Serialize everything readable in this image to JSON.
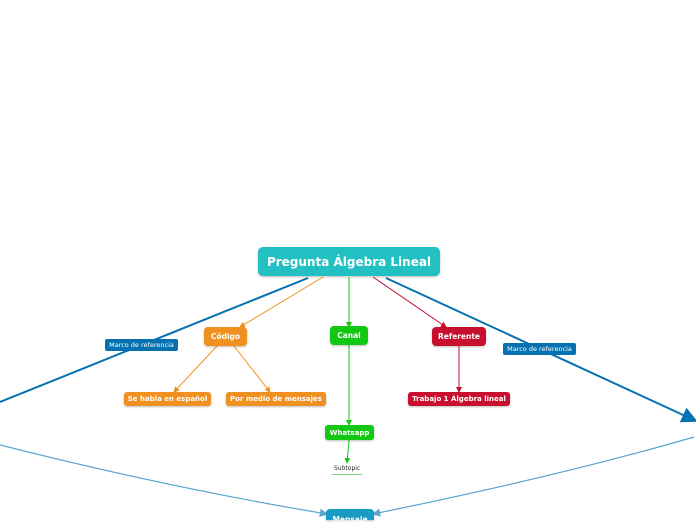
{
  "colors": {
    "root": "#23c0c3",
    "codigo": "#f0901e",
    "canal": "#12c812",
    "referente": "#c8102e",
    "relation": "#0571b0",
    "mensaje": "#1a9bc4",
    "arrow_soft": "#5ba6cf"
  },
  "mindmap": {
    "root": {
      "label": "Pregunta Álgebra Lineal"
    },
    "codigo": {
      "label": "Código"
    },
    "canal": {
      "label": "Canal"
    },
    "referente": {
      "label": "Referente"
    },
    "codigo_children": [
      {
        "label": "Se habla en español"
      },
      {
        "label": "Por medio de mensajes"
      }
    ],
    "canal_child": {
      "label": "Whatsapp"
    },
    "whatsapp_child": {
      "label": "Subtopic"
    },
    "referente_child": {
      "label": "Trabajo 1 Álgebra lineal"
    },
    "relation_left": {
      "label": "Marco de referencia"
    },
    "relation_right": {
      "label": "Marco de referencia"
    },
    "mensaje": {
      "label": "Mensaje"
    }
  }
}
